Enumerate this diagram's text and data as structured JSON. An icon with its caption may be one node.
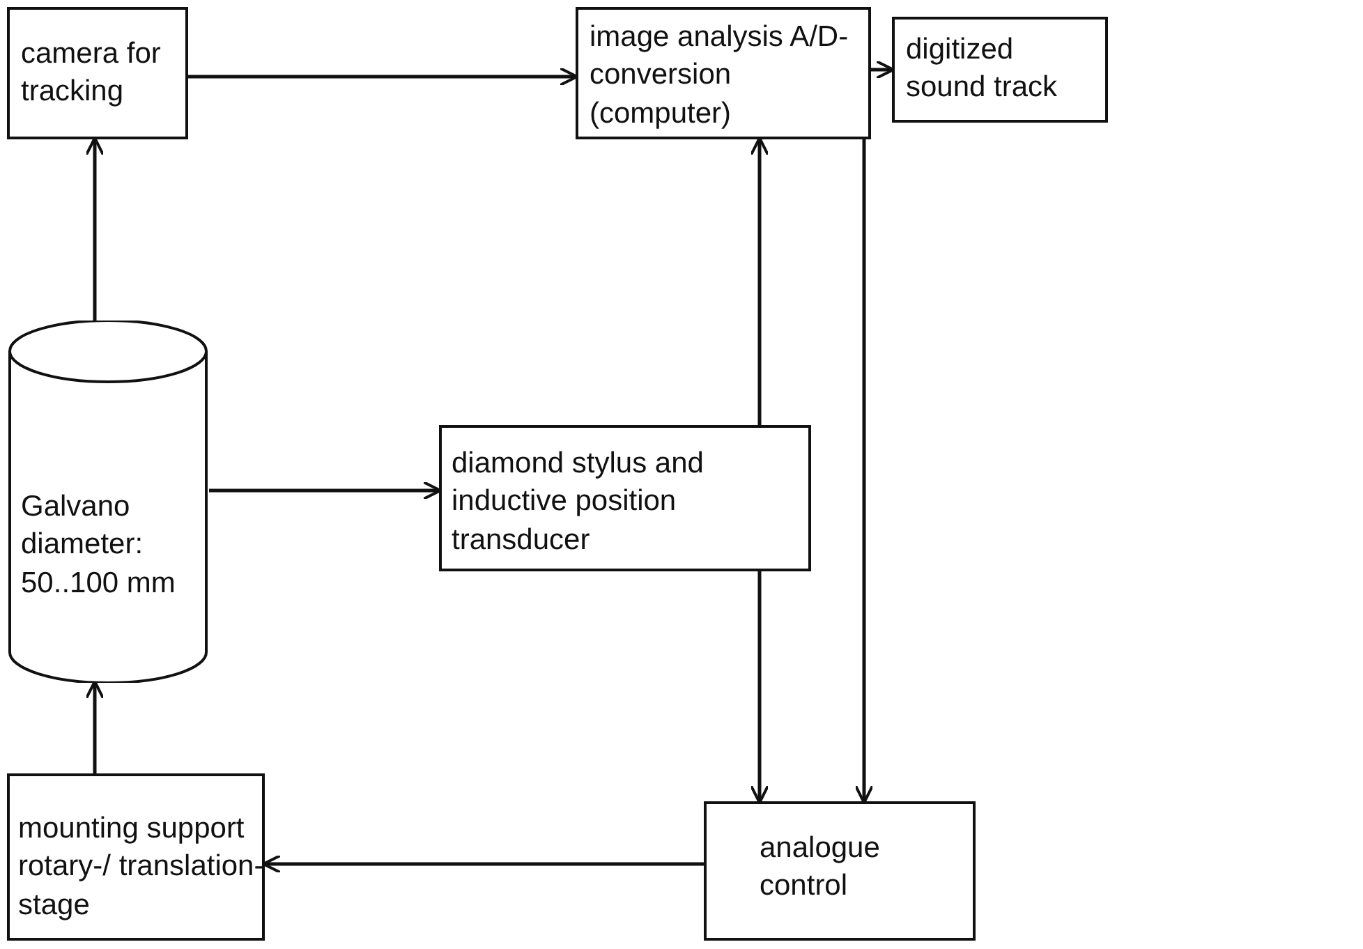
{
  "diagram": {
    "nodes": [
      {
        "text": [
          "camera for tracking"
        ]
      },
      {
        "text": [
          "image analysis A/D-conversion (computer)"
        ]
      },
      {
        "text": [
          "digitized sound track"
        ]
      },
      {
        "text": [
          "Galvano diameter: 50..100 mm"
        ]
      },
      {
        "text": [
          "diamond stylus and inductive position transducer"
        ]
      },
      {
        "text": [
          "mounting support rotary-/ translation-stage"
        ]
      },
      {
        "text": [
          "analogue control"
        ]
      }
    ],
    "edges": [
      {
        "from": 3,
        "to": 0,
        "arrow": "to"
      },
      {
        "from": 0,
        "to": 1,
        "arrow": "to"
      },
      {
        "from": 1,
        "to": 2,
        "arrow": "to"
      },
      {
        "from": 4,
        "to": 1,
        "arrow": "to"
      },
      {
        "from": 3,
        "to": 4,
        "arrow": "to"
      },
      {
        "from": 1,
        "to": 6,
        "arrow": "to"
      },
      {
        "from": 4,
        "to": 6,
        "arrow": "to"
      },
      {
        "from": 6,
        "to": 5,
        "arrow": "to"
      },
      {
        "from": 5,
        "to": 3,
        "arrow": "to"
      }
    ]
  }
}
